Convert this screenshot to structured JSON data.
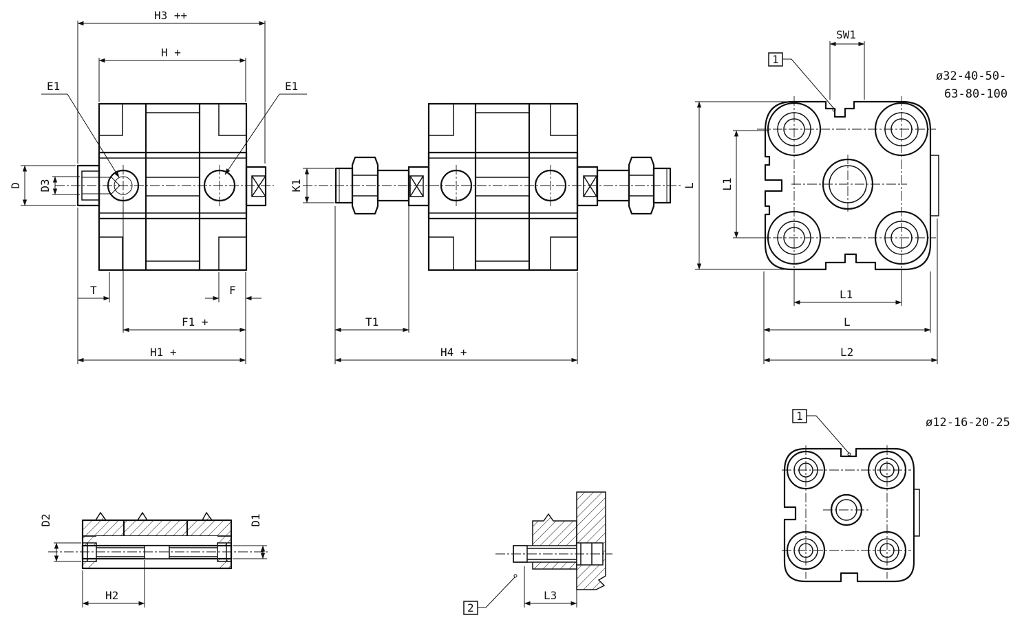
{
  "labels": {
    "h3": "H3 ++",
    "h": "H +",
    "e1_left": "E1",
    "e1_right": "E1",
    "d": "D",
    "d3": "D3",
    "t": "T",
    "f": "F",
    "f1": "F1 +",
    "h1": "H1 +",
    "k1": "K1",
    "t1": "T1",
    "h4": "H4 +",
    "sw1": "SW1",
    "l_vert": "L",
    "l1_vert": "L1",
    "l1_horiz": "L1",
    "l_horiz": "L",
    "l2": "L2",
    "d2": "D2",
    "d1": "D1",
    "h2": "H2",
    "l3": "L3"
  },
  "callouts": {
    "c1_top": "1",
    "c1_bottom": "1",
    "c2": "2"
  },
  "notes": {
    "large_bores_line1": "ø32-40-50-",
    "large_bores_line2": "63-80-100",
    "small_bores": "ø12-16-20-25"
  }
}
